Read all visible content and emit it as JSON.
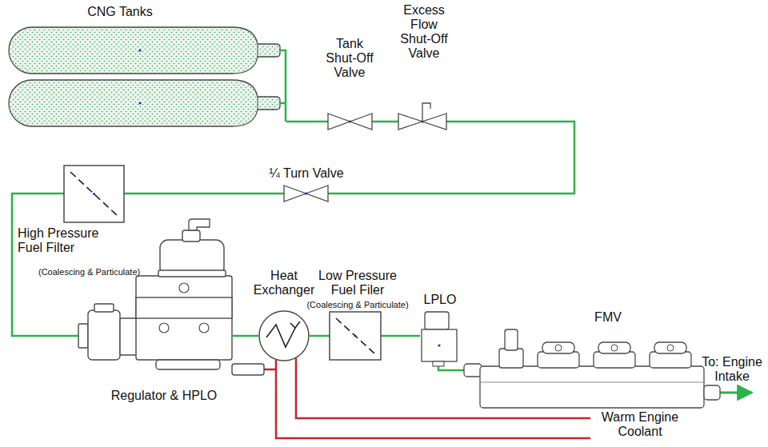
{
  "diagram": {
    "nodes": [
      {
        "text": [
          "CNG Tanks"
        ]
      },
      {
        "text": [
          "Tank Shut-Off Valve"
        ]
      },
      {
        "text": [
          "Excess Flow Shut-Off Valve"
        ]
      },
      {
        "text": [
          "¼ Turn Valve"
        ]
      },
      {
        "text": [
          "High Pressure Fuel Filter",
          "(Coalescing & Particulate)"
        ]
      },
      {
        "text": [
          "Regulator & HPLO"
        ]
      },
      {
        "text": [
          "Heat Exchanger"
        ]
      },
      {
        "text": [
          "Low Pressure Fuel Filer",
          "(Coalescing & Particulate)"
        ]
      },
      {
        "text": [
          "LPLO"
        ]
      },
      {
        "text": [
          "FMV"
        ]
      }
    ],
    "edges": [
      {
        "from": 0,
        "to": 1,
        "arrow": "none"
      },
      {
        "from": 1,
        "to": 2,
        "arrow": "none"
      },
      {
        "from": 2,
        "to": 3,
        "arrow": "none"
      },
      {
        "from": 3,
        "to": 4,
        "arrow": "none"
      },
      {
        "from": 4,
        "to": 5,
        "arrow": "none"
      },
      {
        "from": 5,
        "to": 6,
        "arrow": "none"
      },
      {
        "from": 6,
        "to": 7,
        "arrow": "none"
      },
      {
        "from": 7,
        "to": 8,
        "arrow": "none"
      },
      {
        "from": 8,
        "to": 9,
        "arrow": "none"
      }
    ],
    "labels": [
      "To: Engine Intake",
      "Warm Engine Coolant"
    ]
  }
}
